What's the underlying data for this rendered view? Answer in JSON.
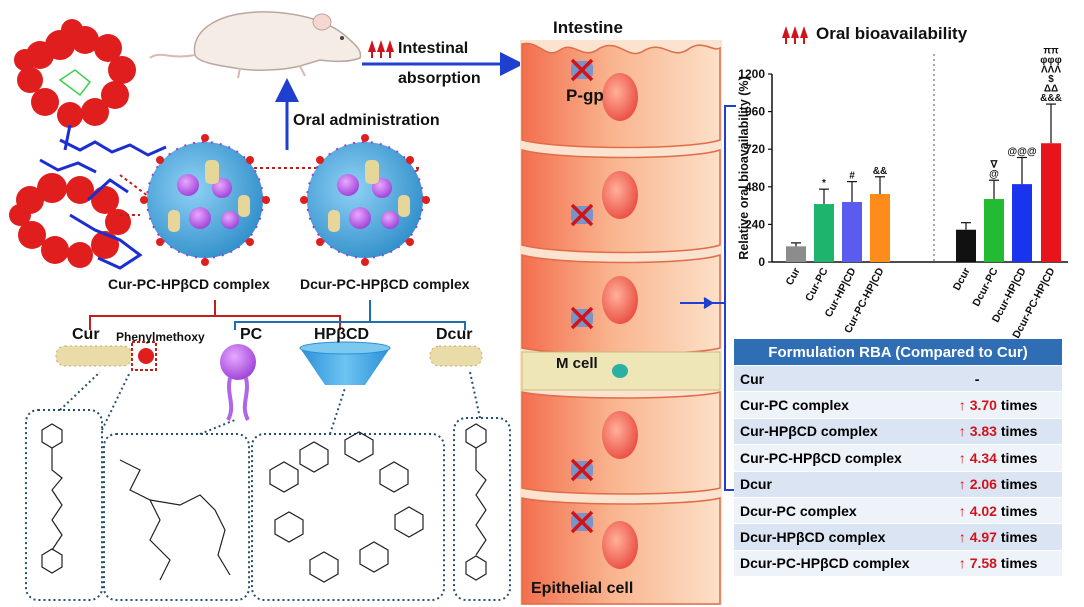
{
  "top": {
    "intestinal_absorption_line1": "Intestinal",
    "intestinal_absorption_line2": "absorption",
    "oral_administration": "Oral administration",
    "intestine": "Intestine",
    "pgp": "P-gp",
    "m_cell": "M cell",
    "epithelial_cell": "Epithelial cell",
    "oral_bioavailability": "Oral bioavailability"
  },
  "complexes": {
    "cur_complex": "Cur-PC-HPβCD complex",
    "dcur_complex": "Dcur-PC-HPβCD complex"
  },
  "components": {
    "cur": "Cur",
    "phenylmethoxy": "Phenylmethoxy",
    "pc": "PC",
    "hpbcd": "HPβCD",
    "dcur": "Dcur"
  },
  "chart_data": {
    "type": "bar",
    "ylabel": "Relative oral bioavailability (%)",
    "ylim": [
      0,
      1200
    ],
    "yticks": [
      "0",
      "240",
      "480",
      "720",
      "960",
      "1200"
    ],
    "categories": [
      "Cur",
      "Cur-PC",
      "Cur-HPβCD",
      "Cur-PC-HPβCD",
      "Dcur",
      "Dcur-PC",
      "Dcur-HPβCD",
      "Dcur-PC-HPβCD"
    ],
    "tick_labels": [
      "Cur",
      "Cur-PC",
      "Cur-HP|CD",
      "Cur-PC-HP|CD",
      "Dcur",
      "Dcur-PC",
      "Dcur-HP|CD",
      "Dcur-PC-HP|CD"
    ],
    "values": [
      100,
      370,
      383,
      434,
      206,
      402,
      497,
      758
    ],
    "errors": [
      22,
      95,
      130,
      110,
      45,
      120,
      170,
      250
    ],
    "colors": [
      "#8c8c8c",
      "#1fb46e",
      "#5b5bf0",
      "#ff8c1a",
      "#111111",
      "#22bb33",
      "#1a33ee",
      "#e8141b"
    ],
    "annotations": [
      "",
      "*",
      "#",
      "&&",
      "",
      "∇\n@",
      "@@@",
      "ππ\nφφφ\nΛΛΛ\n$\nΔΔ\n&&&"
    ],
    "grid": false,
    "group_divider": "dotted"
  },
  "table": {
    "header": "Formulation RBA (Compared to Cur)",
    "rows": [
      {
        "formulation": "Cur",
        "value": "-",
        "num": ""
      },
      {
        "formulation": "Cur-PC complex",
        "value": " times",
        "num": "3.70"
      },
      {
        "formulation": "Cur-HPβCD complex",
        "value": " times",
        "num": "3.83"
      },
      {
        "formulation": "Cur-PC-HPβCD complex",
        "value": " times",
        "num": "4.34"
      },
      {
        "formulation": "Dcur",
        "value": " times",
        "num": "2.06"
      },
      {
        "formulation": "Dcur-PC complex",
        "value": " times",
        "num": "4.02"
      },
      {
        "formulation": "Dcur-HPβCD complex",
        "value": " times",
        "num": "4.97"
      },
      {
        "formulation": "Dcur-PC-HPβCD complex",
        "value": " times",
        "num": "7.58"
      }
    ],
    "up_arrow": "↑"
  },
  "colors": {
    "accent_red": "#d1141b",
    "header_blue": "#2f6db5",
    "arrow_blue": "#1e3fcf",
    "intestine_orange": "#f08a60"
  }
}
